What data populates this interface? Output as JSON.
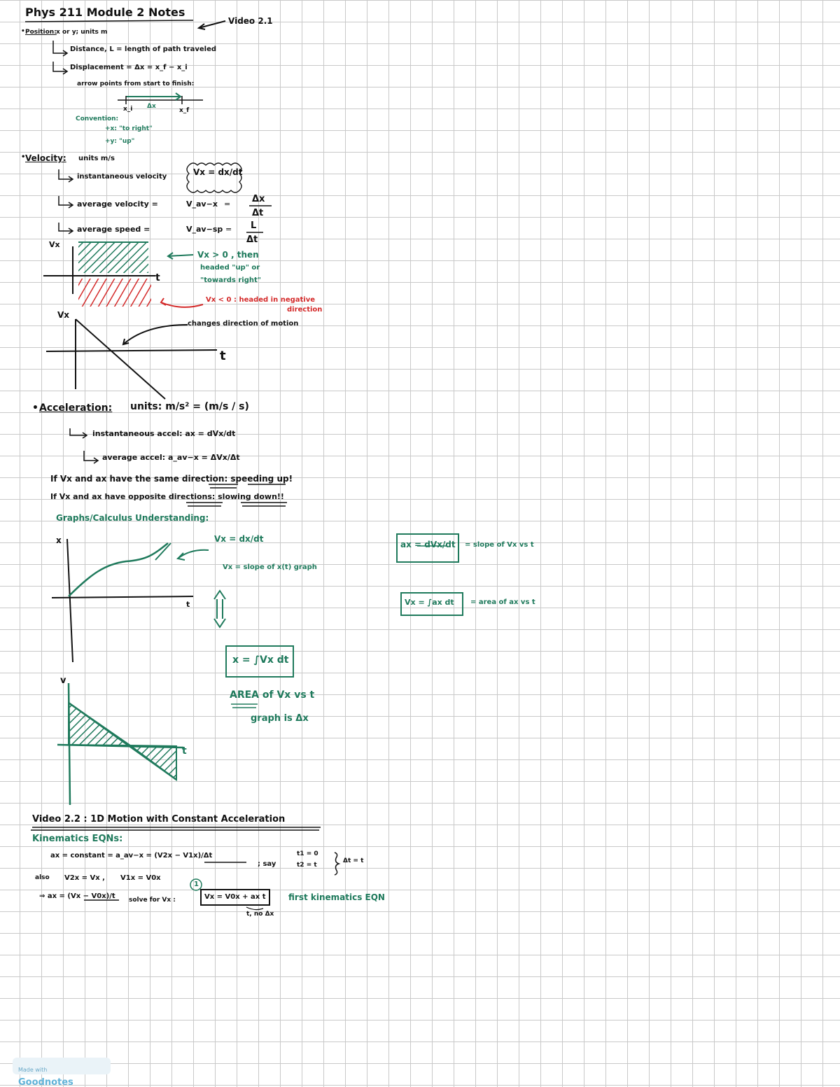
{
  "header": {
    "title": "Phys 211 Module 2 Notes",
    "video_ref": "Video 2.1"
  },
  "position": {
    "label": "Position:",
    "units": "x or y; units m",
    "distance": "Distance, L = length of path traveled",
    "displacement": "Displacement = Δx = x_f − x_i",
    "arrow_note": "arrow points from start to finish:",
    "x_i": "x_i",
    "delta_x": "Δx",
    "x_f": "x_f",
    "convention": "Convention:",
    "conv_1": "+x: \"to right\"",
    "conv_2": "+y: \"up\""
  },
  "velocity": {
    "label": "Velocity:",
    "units": "units m/s",
    "instantaneous": "instantaneous velocity",
    "inst_formula": "Vx = dx/dt",
    "average_velocity": "average velocity =",
    "avg_v_symbol": "V_av−x",
    "avg_v_num": "Δx",
    "avg_v_den": "Δt",
    "average_speed": "average speed =",
    "avg_s_symbol": "V_av−sp",
    "avg_s_num": "L",
    "avg_s_den": "Δt",
    "graph1_y": "Vx",
    "graph1_t": "t",
    "positive_note_1": "Vx > 0 , then",
    "positive_note_2": "headed \"up\" or",
    "positive_note_3": "\"towards right\"",
    "negative_note_1": "Vx < 0 : headed in negative",
    "negative_note_2": "direction",
    "graph2_y": "Vx",
    "graph2_t": "t",
    "change_note": "changes direction of motion"
  },
  "acceleration": {
    "label": "Acceleration:",
    "units": "units: m/s² = (m/s / s)",
    "instantaneous": "instantaneous accel: ax = dVx/dt",
    "average": "average accel: a_av−x = ΔVx/Δt",
    "rule_same": "If Vx and ax have the same direction: speeding up!",
    "rule_opposite": "If Vx and ax have opposite directions: slowing down!!",
    "graphs_heading": "Graphs/Calculus Understanding:",
    "graph_x_label": "x",
    "graph_t_label": "t",
    "vx_eq": "Vx = dx/dt",
    "vx_slope": "Vx = slope of x(t) graph",
    "x_integral": "x = ∫Vx dt",
    "area_note_1": "AREA of Vx vs t",
    "area_note_2": "graph is Δx",
    "graph_v_label": "v",
    "graph_v_t": "t",
    "ax_box": "ax = dVx/dt",
    "ax_note": "= slope of Vx vs t",
    "vx_box": "Vx = ∫ax dt",
    "vx_note": "= area of ax vs t"
  },
  "video22": {
    "title": "Video 2.2 : 1D Motion with Constant Acceleration",
    "kin_heading": "Kinematics EQNs:",
    "const_line": "ax = constant = a_av−x = (V2x − V1x)/Δt",
    "say": "; say",
    "t1": "t1 = 0",
    "t2": "t2 = t",
    "dt": "Δt = t",
    "also": "also",
    "v2x": "V2x = Vx ,",
    "v1x": "V1x = V0x",
    "ax_expr": "⇒ ax = (Vx − V0x)/t",
    "solve_for": "solve for Vx :",
    "circle_num": "1",
    "first_eqn": "Vx = V0x + ax t",
    "first_label": "first kinematics EQN",
    "no_dx": "t, no Δx"
  },
  "footer": {
    "made_with": "Made with",
    "brand": "Goodnotes"
  },
  "colors": {
    "ink": "#111111",
    "green": "#1f7a5c",
    "red": "#d42a2a",
    "grid": "#c9c9c9"
  }
}
